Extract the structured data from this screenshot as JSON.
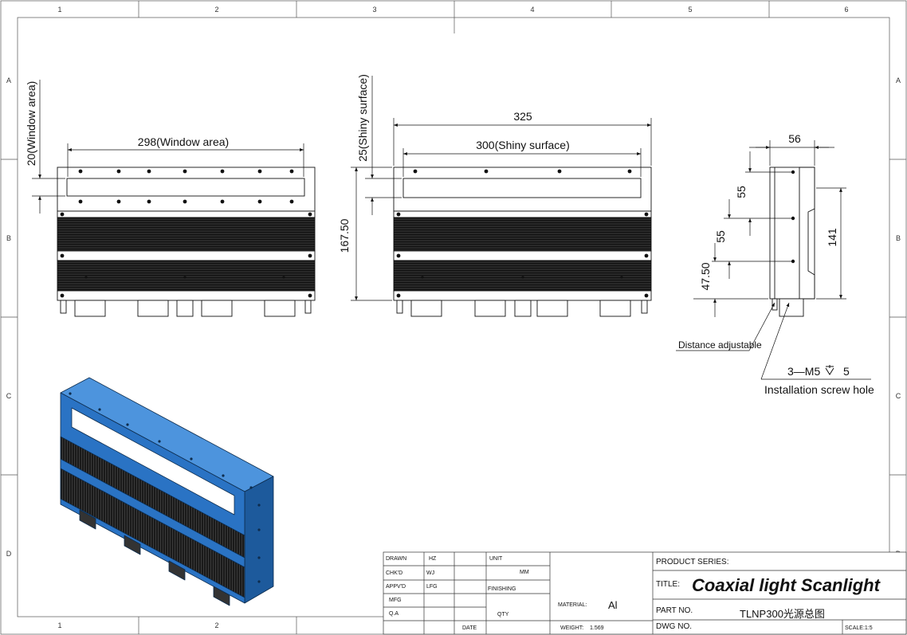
{
  "border": {
    "columns": [
      "1",
      "2",
      "3",
      "4",
      "5",
      "6"
    ],
    "rows": [
      "A",
      "B",
      "C",
      "D"
    ],
    "bottom_columns": [
      "1",
      "2"
    ]
  },
  "dimensions": {
    "front_window_height": "20(Window area)",
    "front_window_width": "298(Window area)",
    "side_shiny_height": "25(Shiny surface)",
    "total_height": "167.50",
    "total_width": "325",
    "shiny_width": "300(Shiny surface)",
    "side_depth": "56",
    "side_55_a": "55",
    "side_55_b": "55",
    "side_4750": "47.50",
    "side_141": "141"
  },
  "annotations": {
    "distance": "Distance adjustable",
    "screw_spec": "3—M5",
    "screw_depth": "5",
    "screw_hole": "Installation screw hole"
  },
  "title_block": {
    "drawn_label": "DRAWN",
    "drawn_value": "HZ",
    "chkd_label": "CHK'D",
    "chkd_value": "WJ",
    "appvd_label": "APPV'D",
    "appvd_value": "LFG",
    "mfg_label": "MFG",
    "qa_label": "Q.A",
    "unit_label": "UNIT",
    "unit_value": "MM",
    "finishing_label": "FINISHING",
    "qty_label": "QTY",
    "date_label": "DATE",
    "material_label": "MATERIAL:",
    "material_value": "Al",
    "weight_label": "WEIGHT:",
    "weight_value": "1.569",
    "product_series_label": "PRODUCT SERIES:",
    "title_label": "TITLE:",
    "title_value": "Coaxial light Scanlight",
    "part_label": "PART NO.",
    "part_value": "TLNP300光源总图",
    "dwg_label": "DWG NO.",
    "scale_label": "SCALE:1:5"
  },
  "colors": {
    "line": "#111111",
    "blue_body": "#2a73c4",
    "blue_dark": "#1d5a9c",
    "blue_light": "#4d94dd",
    "fin_dark": "#141414",
    "fin_mid": "#2b2b2b"
  }
}
